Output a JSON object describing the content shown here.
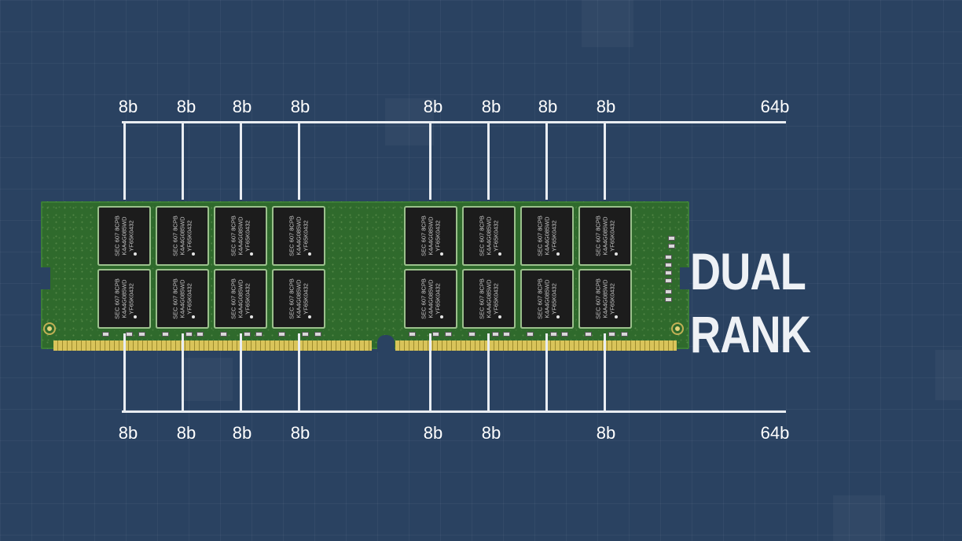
{
  "top_labels": [
    "8b",
    "8b",
    "8b",
    "8b",
    "8b",
    "8b",
    "8b",
    "8b"
  ],
  "top_total": "64b",
  "bottom_labels": [
    "8b",
    "8b",
    "8b",
    "8b",
    "8b",
    "8b",
    "8b"
  ],
  "bottom_total": "64b",
  "chips": {
    "top_row_text": [
      "SEC 607 8CPB",
      "K4A4G085WD",
      "YF65K0432"
    ],
    "bottom_row_text": [
      "SEC 607 8CPB",
      "K4A4G085WD",
      "YF65K0432"
    ]
  },
  "title": "DUAL RANK",
  "colors": {
    "background": "#2a4261",
    "pcb": "#2f6a2c",
    "chip": "#1c1c1c",
    "lines": "#e9edf2",
    "contacts": "#d9c45a"
  }
}
